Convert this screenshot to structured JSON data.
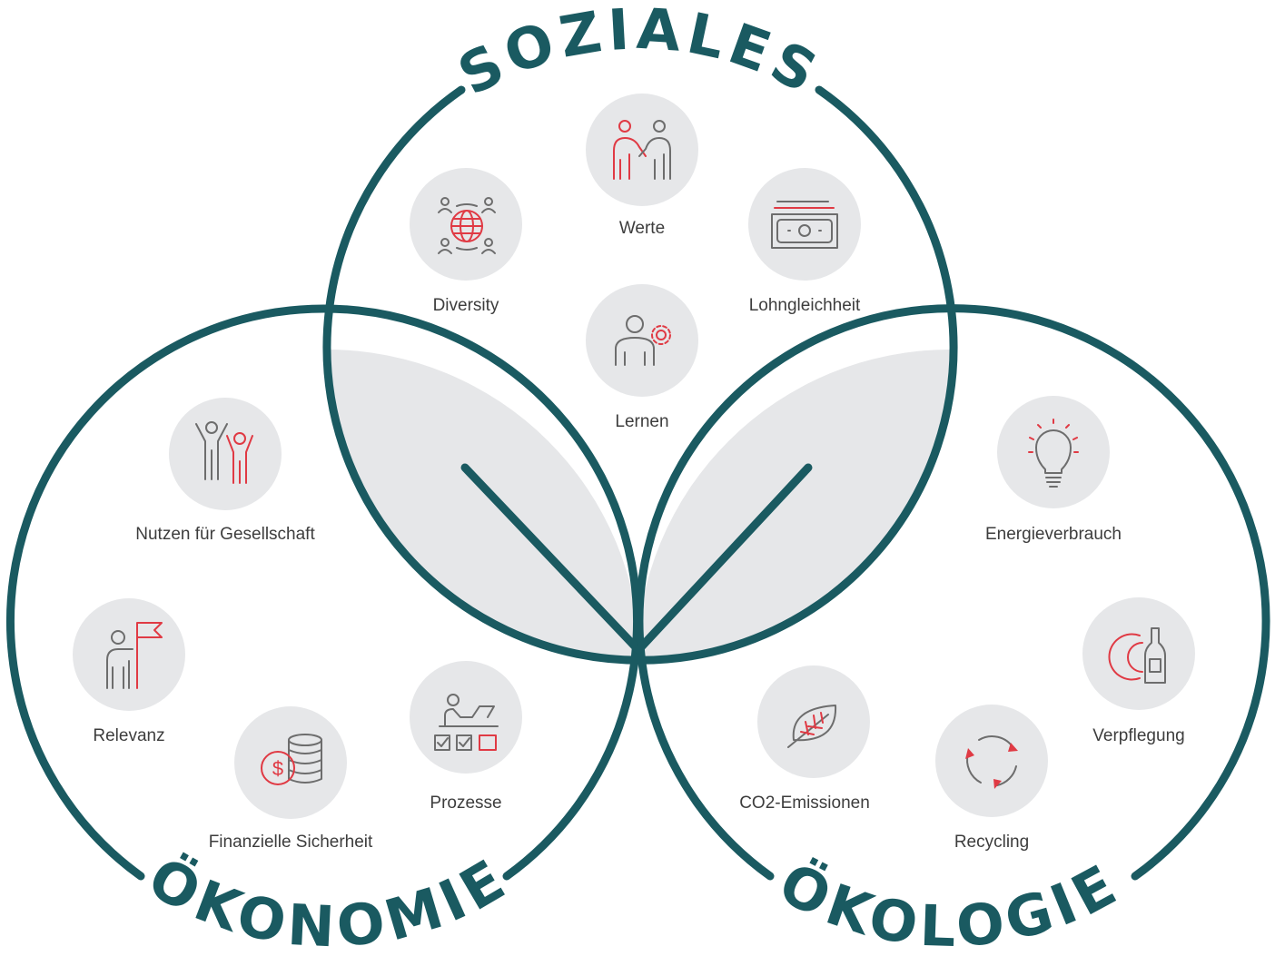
{
  "colors": {
    "ring": "#1a5a61",
    "overlap_fill": "#e6e7e9",
    "icon_bg": "#e6e7e9",
    "icon_gray": "#6d6d6d",
    "icon_red": "#e03a44"
  },
  "circles": {
    "soziales": {
      "title": "SOZIALES"
    },
    "oekonomie": {
      "title": "ÖKONOMIE"
    },
    "oekologie": {
      "title": "ÖKOLOGIE"
    }
  },
  "items": {
    "werte": {
      "label": "Werte",
      "icon": "handshake-icon"
    },
    "diversity": {
      "label": "Diversity",
      "icon": "globe-people-icon"
    },
    "lohngleichheit": {
      "label": "Lohngleichheit",
      "icon": "banknote-icon"
    },
    "lernen": {
      "label": "Lernen",
      "icon": "person-gear-icon"
    },
    "nutzen": {
      "label": "Nutzen für Gesellschaft",
      "icon": "cheering-people-icon"
    },
    "relevanz": {
      "label": "Relevanz",
      "icon": "person-flag-icon"
    },
    "finanzielle": {
      "label": "Finanzielle Sicherheit",
      "icon": "coins-icon"
    },
    "prozesse": {
      "label": "Prozesse",
      "icon": "checklist-desk-icon"
    },
    "energie": {
      "label": "Energieverbrauch",
      "icon": "lightbulb-icon"
    },
    "verpflegung": {
      "label": "Verpflegung",
      "icon": "bottle-icon"
    },
    "co2": {
      "label": "CO2-Emissionen",
      "icon": "leaf-icon"
    },
    "recycling": {
      "label": "Recycling",
      "icon": "recycle-icon"
    }
  }
}
